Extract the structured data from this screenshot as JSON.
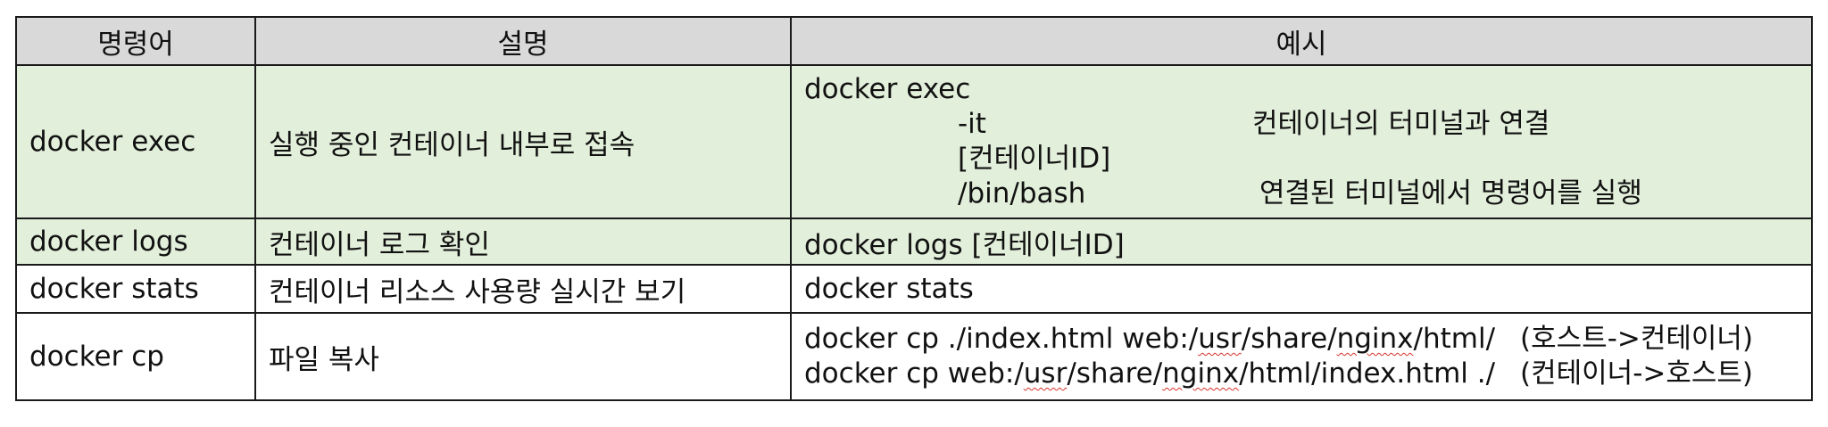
{
  "headers": [
    "명령어",
    "설명",
    "예시"
  ],
  "rows": [
    {
      "command": "docker exec",
      "description": "실행 중인 컨테이너 내부로 접속",
      "example": {
        "head": "docker exec",
        "args": [
          {
            "arg": "-it",
            "note": "컨테이너의 터미널과 연결"
          },
          {
            "arg": "[컨테이너ID]",
            "note": ""
          },
          {
            "arg": "/bin/bash",
            "note": "연결된 터미널에서 명령어를 실행"
          }
        ]
      }
    },
    {
      "command": "docker logs",
      "description": "컨테이너 로그 확인",
      "example": "docker logs [컨테이너ID]"
    },
    {
      "command": "docker stats",
      "description": "컨테이너 리소스 사용량 실시간 보기",
      "example": "docker stats"
    },
    {
      "command": "docker cp",
      "description": "파일 복사",
      "example": [
        {
          "pre": "docker cp ./index.html web:/",
          "w1": "usr",
          "mid": "/share/",
          "w2": "nginx",
          "post": "/html/",
          "note": "(호스트->컨테이너)"
        },
        {
          "pre": "docker cp web:/",
          "w1": "usr",
          "mid": "/share/",
          "w2": "nginx",
          "post": "/html/index.html ./",
          "note": "(컨테이너->호스트)"
        }
      ]
    }
  ]
}
